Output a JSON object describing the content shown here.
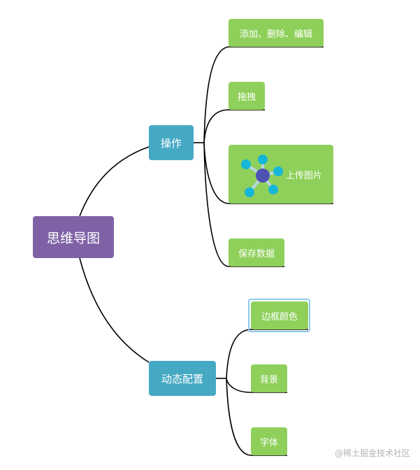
{
  "mindmap": {
    "root": {
      "label": "思维导图"
    },
    "branches": [
      {
        "label": "操作",
        "children": [
          {
            "label": "添加、删除、编辑"
          },
          {
            "label": "拖拽"
          },
          {
            "label": "上传图片",
            "icon": "network-graph-icon"
          },
          {
            "label": "保存数据"
          }
        ]
      },
      {
        "label": "动态配置",
        "children": [
          {
            "label": "边框颜色",
            "selected": true
          },
          {
            "label": "背景"
          },
          {
            "label": "字体"
          }
        ]
      }
    ]
  },
  "watermark": "@稀土掘金技术社区",
  "colors": {
    "root": "#7f62a6",
    "branch": "#46a9c4",
    "leaf": "#8fd05b",
    "connector": "#000000",
    "selection": "#8ec9ea",
    "icon_hub": "#4f52b5",
    "icon_node": "#16b6d8"
  }
}
